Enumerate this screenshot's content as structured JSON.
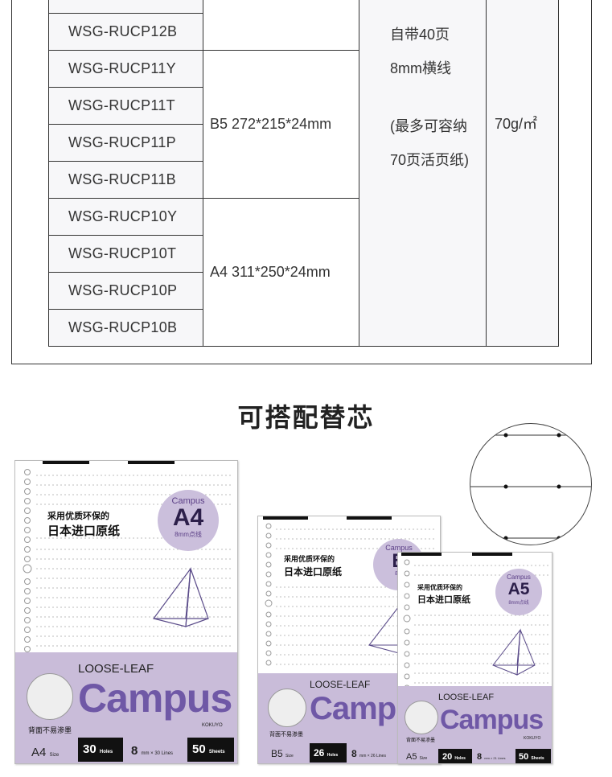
{
  "spec_table": {
    "models": [
      "WSG-RUCP12B",
      "WSG-RUCP11Y",
      "WSG-RUCP11T",
      "WSG-RUCP11P",
      "WSG-RUCP11B",
      "WSG-RUCP10Y",
      "WSG-RUCP10T",
      "WSG-RUCP10P",
      "WSG-RUCP10B"
    ],
    "size_b5": "B5 272*215*24mm",
    "size_a4": "A4 311*250*24mm",
    "desc_lines_top": [
      "自带40页",
      "8mm横线"
    ],
    "desc_lines_bottom": [
      "(最多可容纳",
      "70页活页纸)"
    ],
    "weight": "70g/㎡"
  },
  "section_title": "可搭配替芯",
  "pads": {
    "a4": {
      "slogan": "采用优质环保的",
      "headline": "日本进口原纸",
      "badge_brand": "Campus",
      "badge_size": "A4",
      "badge_note": "8mm点线",
      "loose_leaf": "LOOSE-LEAF",
      "brand": "Campus",
      "back_note": "背面不易渗墨",
      "size_label": "A4",
      "size_word": "Size",
      "holes_num": "30",
      "holes_word": "Holes",
      "lines_num": "8",
      "lines_word": "mm × 30 Lines",
      "sheets_num": "50",
      "sheets_word": "Sheets",
      "maker": "KOKUYO"
    },
    "b5": {
      "slogan": "采用优质环保的",
      "headline": "日本进口原纸",
      "badge_brand": "Campus",
      "badge_size": "B",
      "badge_note": "8m",
      "loose_leaf": "LOOSE-LEAF",
      "brand": "Campu",
      "back_note": "背面不易渗墨",
      "size_label": "B5",
      "size_word": "Size",
      "holes_num": "26",
      "holes_word": "Holes",
      "lines_num": "8",
      "lines_word": "mm × 26 Lines"
    },
    "a5": {
      "slogan": "采用优质环保的",
      "headline": "日本进口原纸",
      "badge_brand": "Campus",
      "badge_size": "A5",
      "badge_note": "8mm点线",
      "loose_leaf": "LOOSE-LEAF",
      "brand": "Campus",
      "back_note": "背面不易渗墨",
      "size_label": "A5",
      "size_word": "Size",
      "holes_num": "20",
      "holes_word": "Holes",
      "lines_num": "8",
      "lines_word": "mm × 21 Lines",
      "sheets_num": "50",
      "sheets_word": "Sheets",
      "maker": "KOKUYO"
    }
  },
  "colors": {
    "accent_purple": "#6f58a6",
    "band_lilac": "#c9bcd9",
    "badge_lilac": "#cbbfdc"
  }
}
